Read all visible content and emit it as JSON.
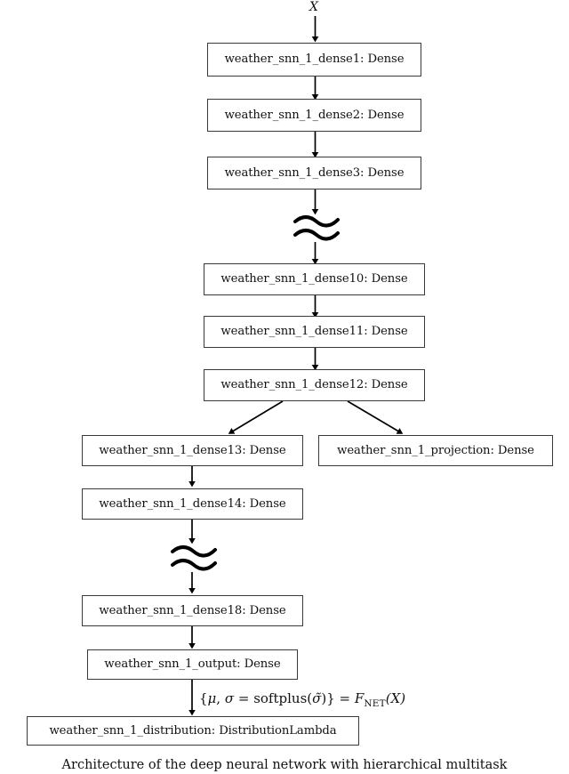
{
  "diagram": {
    "type": "flowchart",
    "background": "#ffffff",
    "line_color": "#000000",
    "box_border_color": "#3a3a3a",
    "input_label": "X",
    "nodes": [
      {
        "id": "dense1",
        "label": "weather_snn_1_dense1: Dense"
      },
      {
        "id": "dense2",
        "label": "weather_snn_1_dense2: Dense"
      },
      {
        "id": "dense3",
        "label": "weather_snn_1_dense3: Dense"
      },
      {
        "id": "ellipsis1",
        "label": "≈"
      },
      {
        "id": "dense10",
        "label": "weather_snn_1_dense10: Dense"
      },
      {
        "id": "dense11",
        "label": "weather_snn_1_dense11: Dense"
      },
      {
        "id": "dense12",
        "label": "weather_snn_1_dense12: Dense"
      },
      {
        "id": "dense13",
        "label": "weather_snn_1_dense13: Dense"
      },
      {
        "id": "projection",
        "label": "weather_snn_1_projection: Dense"
      },
      {
        "id": "dense14",
        "label": "weather_snn_1_dense14: Dense"
      },
      {
        "id": "ellipsis2",
        "label": "≈"
      },
      {
        "id": "dense18",
        "label": "weather_snn_1_dense18: Dense"
      },
      {
        "id": "output",
        "label": "weather_snn_1_output: Dense"
      },
      {
        "id": "distribution",
        "label": "weather_snn_1_distribution: DistributionLambda"
      }
    ],
    "edge_formula": {
      "open_brace": "{",
      "mu": "μ",
      "comma": ", ",
      "sigma": "σ",
      "equals": " = ",
      "softplus": "softplus(",
      "sigma_tilde": "σ̃",
      "close_paren": ")",
      "close_brace": "}",
      "equals2": " = ",
      "f": "F",
      "net": "NET",
      "arg": "(X)",
      "full": "{μ, σ = softplus(σ̃)} = F_NET(X)"
    },
    "caption": "Architecture of the deep neural network with hierarchical multitask"
  }
}
